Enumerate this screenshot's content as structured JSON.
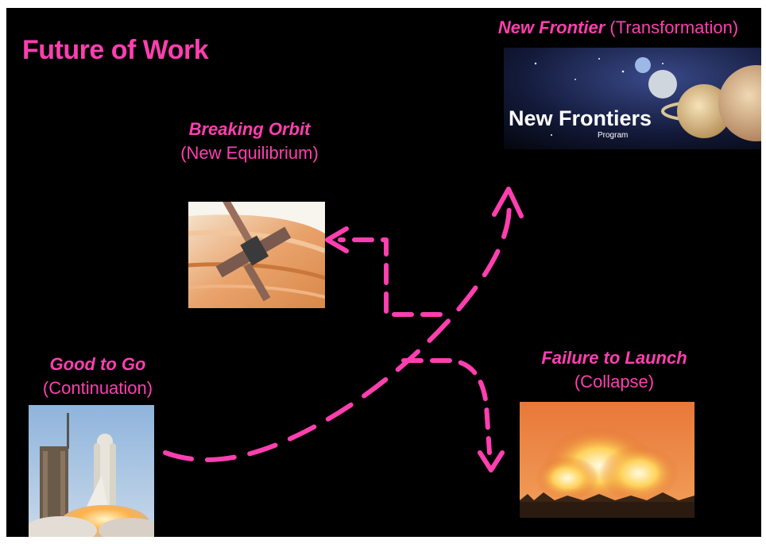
{
  "title": "Future of Work",
  "scenarios": {
    "good_to_go": {
      "name": "Good to Go",
      "description": "(Continuation)"
    },
    "breaking_orbit": {
      "name": "Breaking Orbit",
      "description": "(New Equilibrium)"
    },
    "new_frontier": {
      "name": "New Frontier",
      "description": "(Transformation)",
      "image_text": "New Frontiers",
      "image_subtext": "Program"
    },
    "failure_to_launch": {
      "name": "Failure to Launch",
      "description": "(Collapse)"
    }
  },
  "colors": {
    "accent": "#ff3fb0",
    "background": "#000000"
  }
}
